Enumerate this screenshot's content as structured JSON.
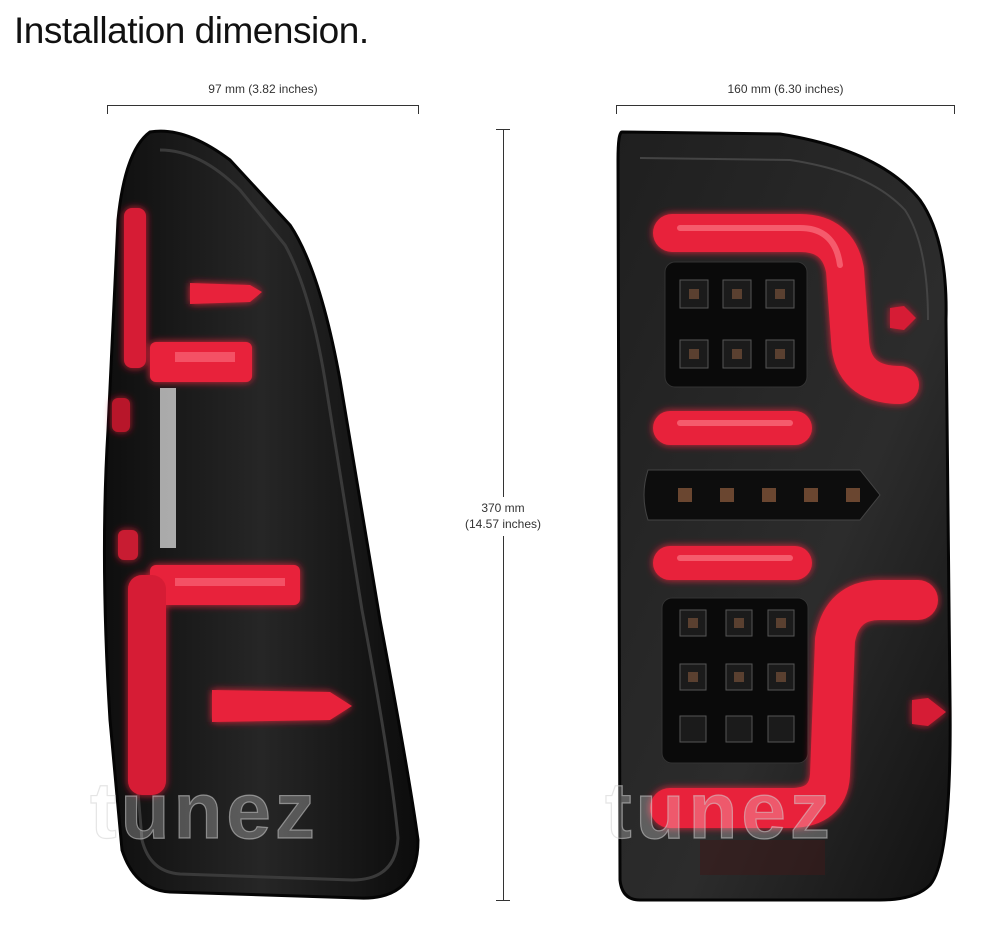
{
  "title": "Installation dimension.",
  "dimensions": {
    "width_side": "97 mm (3.82 inches)",
    "width_front": "160 mm (6.30 inches)",
    "height_line1": "370 mm",
    "height_line2": "(14.57 inches)"
  },
  "watermark": "tunez",
  "colors": {
    "housing": "#141414",
    "smoke": "#2a2a2a",
    "red_glow": "#e8233a",
    "red_core": "#ff5a6a",
    "line": "#333333"
  }
}
